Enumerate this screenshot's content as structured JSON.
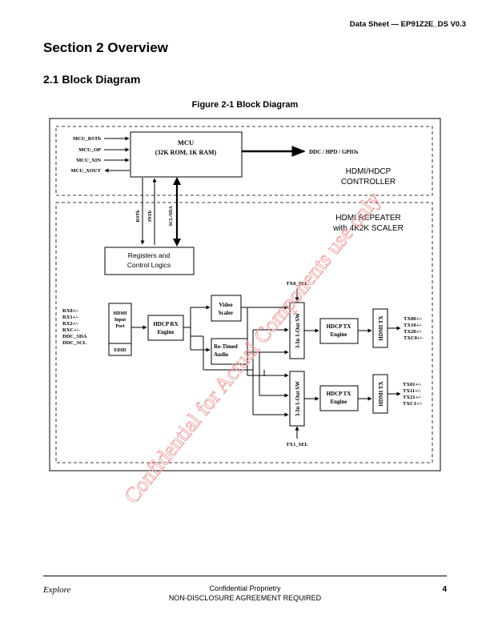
{
  "header": {
    "doc_id": "Data Sheet — EP91Z2E_DS V0.3"
  },
  "section_title": "Section 2  Overview",
  "subsection_title": "2.1  Block Diagram",
  "figure_caption": "Figure 2-1  Block Diagram",
  "diagram": {
    "mcu": {
      "title": "MCU",
      "subtitle": "(32K ROM, 1K RAM)"
    },
    "mcu_inputs": [
      "MCU_RSTb",
      "MCU_OP",
      "MCU_XIN"
    ],
    "mcu_output": "MCU_XOUT",
    "mcu_bus": "DDC / HPD / GPIOs",
    "controller_label": [
      "HDMI/HDCP",
      "CONTROLLER"
    ],
    "repeater_label": [
      "HDMI REPEATER",
      "with 4K2K SCALER"
    ],
    "signals": {
      "rstb": "RSTb",
      "intb": "INTb",
      "scl_sda": "SCL/SDA"
    },
    "registers": [
      "Registers and",
      "Control Logics"
    ],
    "rx_pins": [
      "RX0+/-",
      "RX1+/-",
      "RX2+/-",
      "RXC+/-",
      "DDC_SDA",
      "DDC_SCL"
    ],
    "hdmi_input": [
      "HDMI",
      "Input",
      "Port"
    ],
    "edid": "EDID",
    "hdcp_rx": [
      "HDCP RX",
      "Engine"
    ],
    "video_scaler": [
      "Video",
      "Scaler"
    ],
    "audio": [
      "Re-Timed",
      "Audio"
    ],
    "sw": "3-In 1-Out SW",
    "tx0_sel": "TX0_SEL",
    "tx1_sel": "TX1_SEL",
    "hdcp_tx": [
      "HDCP TX",
      "Engine"
    ],
    "hdmi_tx": "HDMI TX",
    "tx0_pins": [
      "TX00+/-",
      "TX10+/-",
      "TX20+/-",
      "TXC0+/-"
    ],
    "tx1_pins": [
      "TX01+/-",
      "TX11+/-",
      "TX21+/-",
      "TXC1+/-"
    ]
  },
  "watermark": "Confidential for Actual Components use only",
  "footer": {
    "left": "Explore",
    "center_line1": "Confidential Proprietry",
    "center_line2": "NON-DISCLOSURE AGREEMENT REQUIRED",
    "page": "4"
  }
}
